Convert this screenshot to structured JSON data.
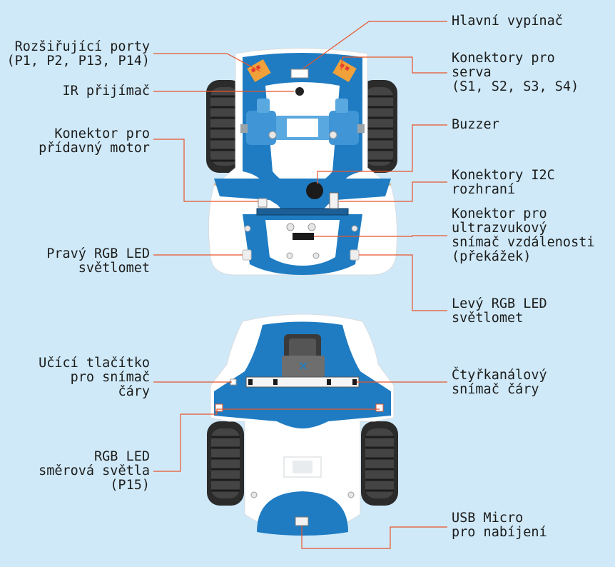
{
  "colors": {
    "background": "#cfe9f9",
    "leader_line": "#e8542a",
    "chassis_blue": "#1f7cc2",
    "chassis_white": "#ffffff",
    "wheel": "#2b2b2b"
  },
  "labels": {
    "main_switch": [
      "Hlavní vypínač"
    ],
    "expansion_ports": [
      "Rozšiřující porty",
      "(P1, P2, P13, P14)"
    ],
    "servo_connectors": [
      "Konektory pro",
      "serva",
      "(S1, S2, S3, S4)"
    ],
    "ir_receiver": [
      "IR přijímač"
    ],
    "buzzer": [
      "Buzzer"
    ],
    "extra_motor_connector": [
      "Konektor pro",
      "přídavný motor"
    ],
    "i2c_connectors": [
      "Konektory I2C",
      "rozhraní"
    ],
    "ultrasonic_connector": [
      "Konektor pro",
      "ultrazvukový",
      "snímač vzdálenosti",
      "(překážek)"
    ],
    "right_rgb_headlight": [
      "Pravý RGB LED",
      "světlomet"
    ],
    "left_rgb_headlight": [
      "Levý RGB LED",
      "světlomet"
    ],
    "line_sensor_learn_button": [
      "Učící tlačítko",
      "pro snímač",
      "čáry"
    ],
    "four_channel_line_sensor": [
      "Čtyřkanálový",
      "snímač čáry"
    ],
    "rgb_direction_lights": [
      "RGB LED",
      "směrová světla",
      "(P15)"
    ],
    "usb_charging": [
      "USB Micro",
      "pro nabíjení"
    ]
  }
}
